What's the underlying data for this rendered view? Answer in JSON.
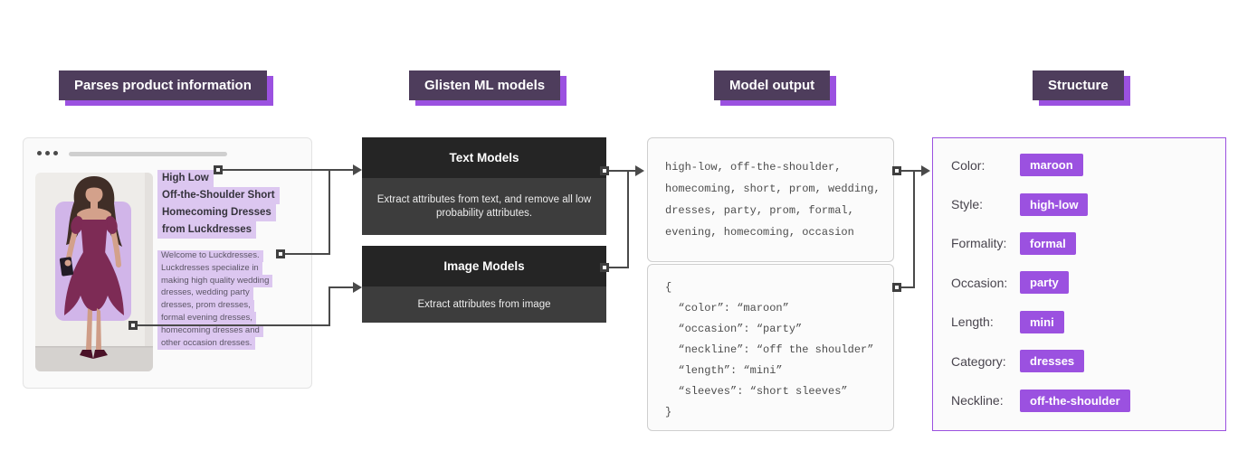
{
  "colors": {
    "accent_purple": "#9b51e0",
    "header_background": "#4e3d5c",
    "text_highlight": "#dcc7f0",
    "dark_box_header": "#252525",
    "dark_box_body": "#3d3d3d",
    "connector": "#4a4a4a",
    "dress_maroon": "#7d2b55"
  },
  "headers": {
    "parse": "Parses product information",
    "models": "Glisten ML models",
    "output": "Model output",
    "structure": "Structure"
  },
  "product_card": {
    "title_lines": [
      "High Low",
      "Off-the-Shoulder Short",
      "Homecoming Dresses",
      "from Luckdresses"
    ],
    "body_lines": [
      "Welcome to Luckdresses.",
      "Luckdresses specialize in",
      "making high quality wedding",
      "dresses, wedding party",
      "dresses, prom dresses,",
      "formal evening dresses,",
      "homecoming dresses and",
      "other occasion dresses."
    ]
  },
  "ml_models": {
    "text": {
      "title": "Text Models",
      "description": "Extract attributes from text, and remove all low probability attributes."
    },
    "image": {
      "title": "Image Models",
      "description": "Extract attributes from image"
    }
  },
  "model_output": {
    "keywords_lines": [
      "high-low, off-the-shoulder,",
      "homecoming, short, prom, wedding,",
      "dresses, party, prom, formal,",
      "evening, homecoming, occasion"
    ],
    "json_lines": [
      "{",
      "  “color”: “maroon”",
      "  “occasion”: “party”",
      "  “neckline”: “off the shoulder”",
      "  “length”: “mini”",
      "  “sleeves”: “short sleeves”",
      "}"
    ]
  },
  "structure": {
    "rows": [
      {
        "label": "Color:",
        "value": "maroon"
      },
      {
        "label": "Style:",
        "value": "high-low"
      },
      {
        "label": "Formality:",
        "value": "formal"
      },
      {
        "label": "Occasion:",
        "value": "party"
      },
      {
        "label": "Length:",
        "value": "mini"
      },
      {
        "label": "Category:",
        "value": "dresses"
      },
      {
        "label": "Neckline:",
        "value": "off-the-shoulder"
      }
    ]
  }
}
